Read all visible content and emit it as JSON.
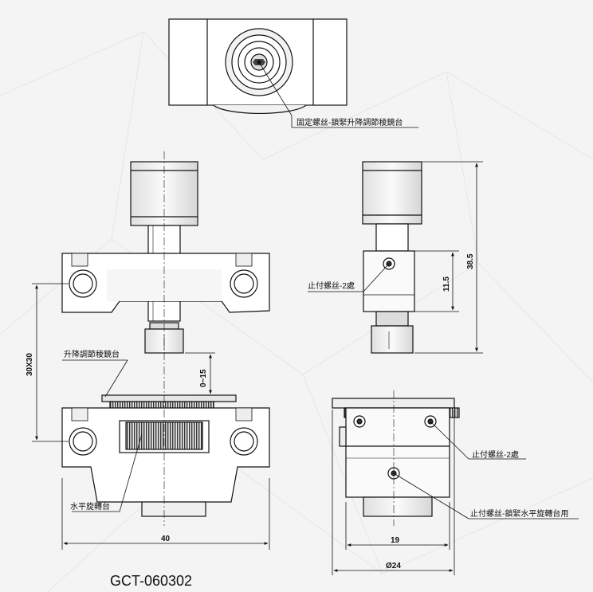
{
  "labels": {
    "fixing_screw_top": "固定螺丝-鎖緊升降調節稜鏡台",
    "stop_screw_side": "止付螺丝-2處",
    "lift_stage": "升降調節稜鏡台",
    "rotation_stage": "水平旋轉台",
    "stop_screw_right": "止付螺丝-2處",
    "stop_screw_lock": "止付螺丝-鎖緊水平旋轉台用"
  },
  "dimensions": {
    "height_total": "38.5",
    "height_lower": "11.5",
    "pitch": "30X30",
    "travel": "0~15",
    "width_front": "40",
    "width_side": "19",
    "diameter": "Ø24"
  },
  "part_number": "GCT-060302",
  "colors": {
    "background": "#f4f4f4",
    "line": "#111111",
    "knurl_light": "#e8e8e8",
    "knurl_dark": "#333333"
  }
}
